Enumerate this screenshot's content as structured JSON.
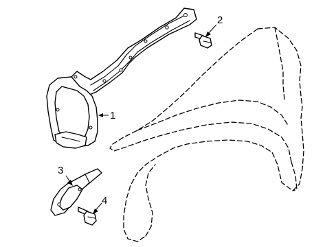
{
  "diagram": {
    "callouts": [
      {
        "id": "callout-1",
        "label": "1"
      },
      {
        "id": "callout-2",
        "label": "2"
      },
      {
        "id": "callout-3",
        "label": "3"
      },
      {
        "id": "callout-4",
        "label": "4"
      }
    ]
  }
}
